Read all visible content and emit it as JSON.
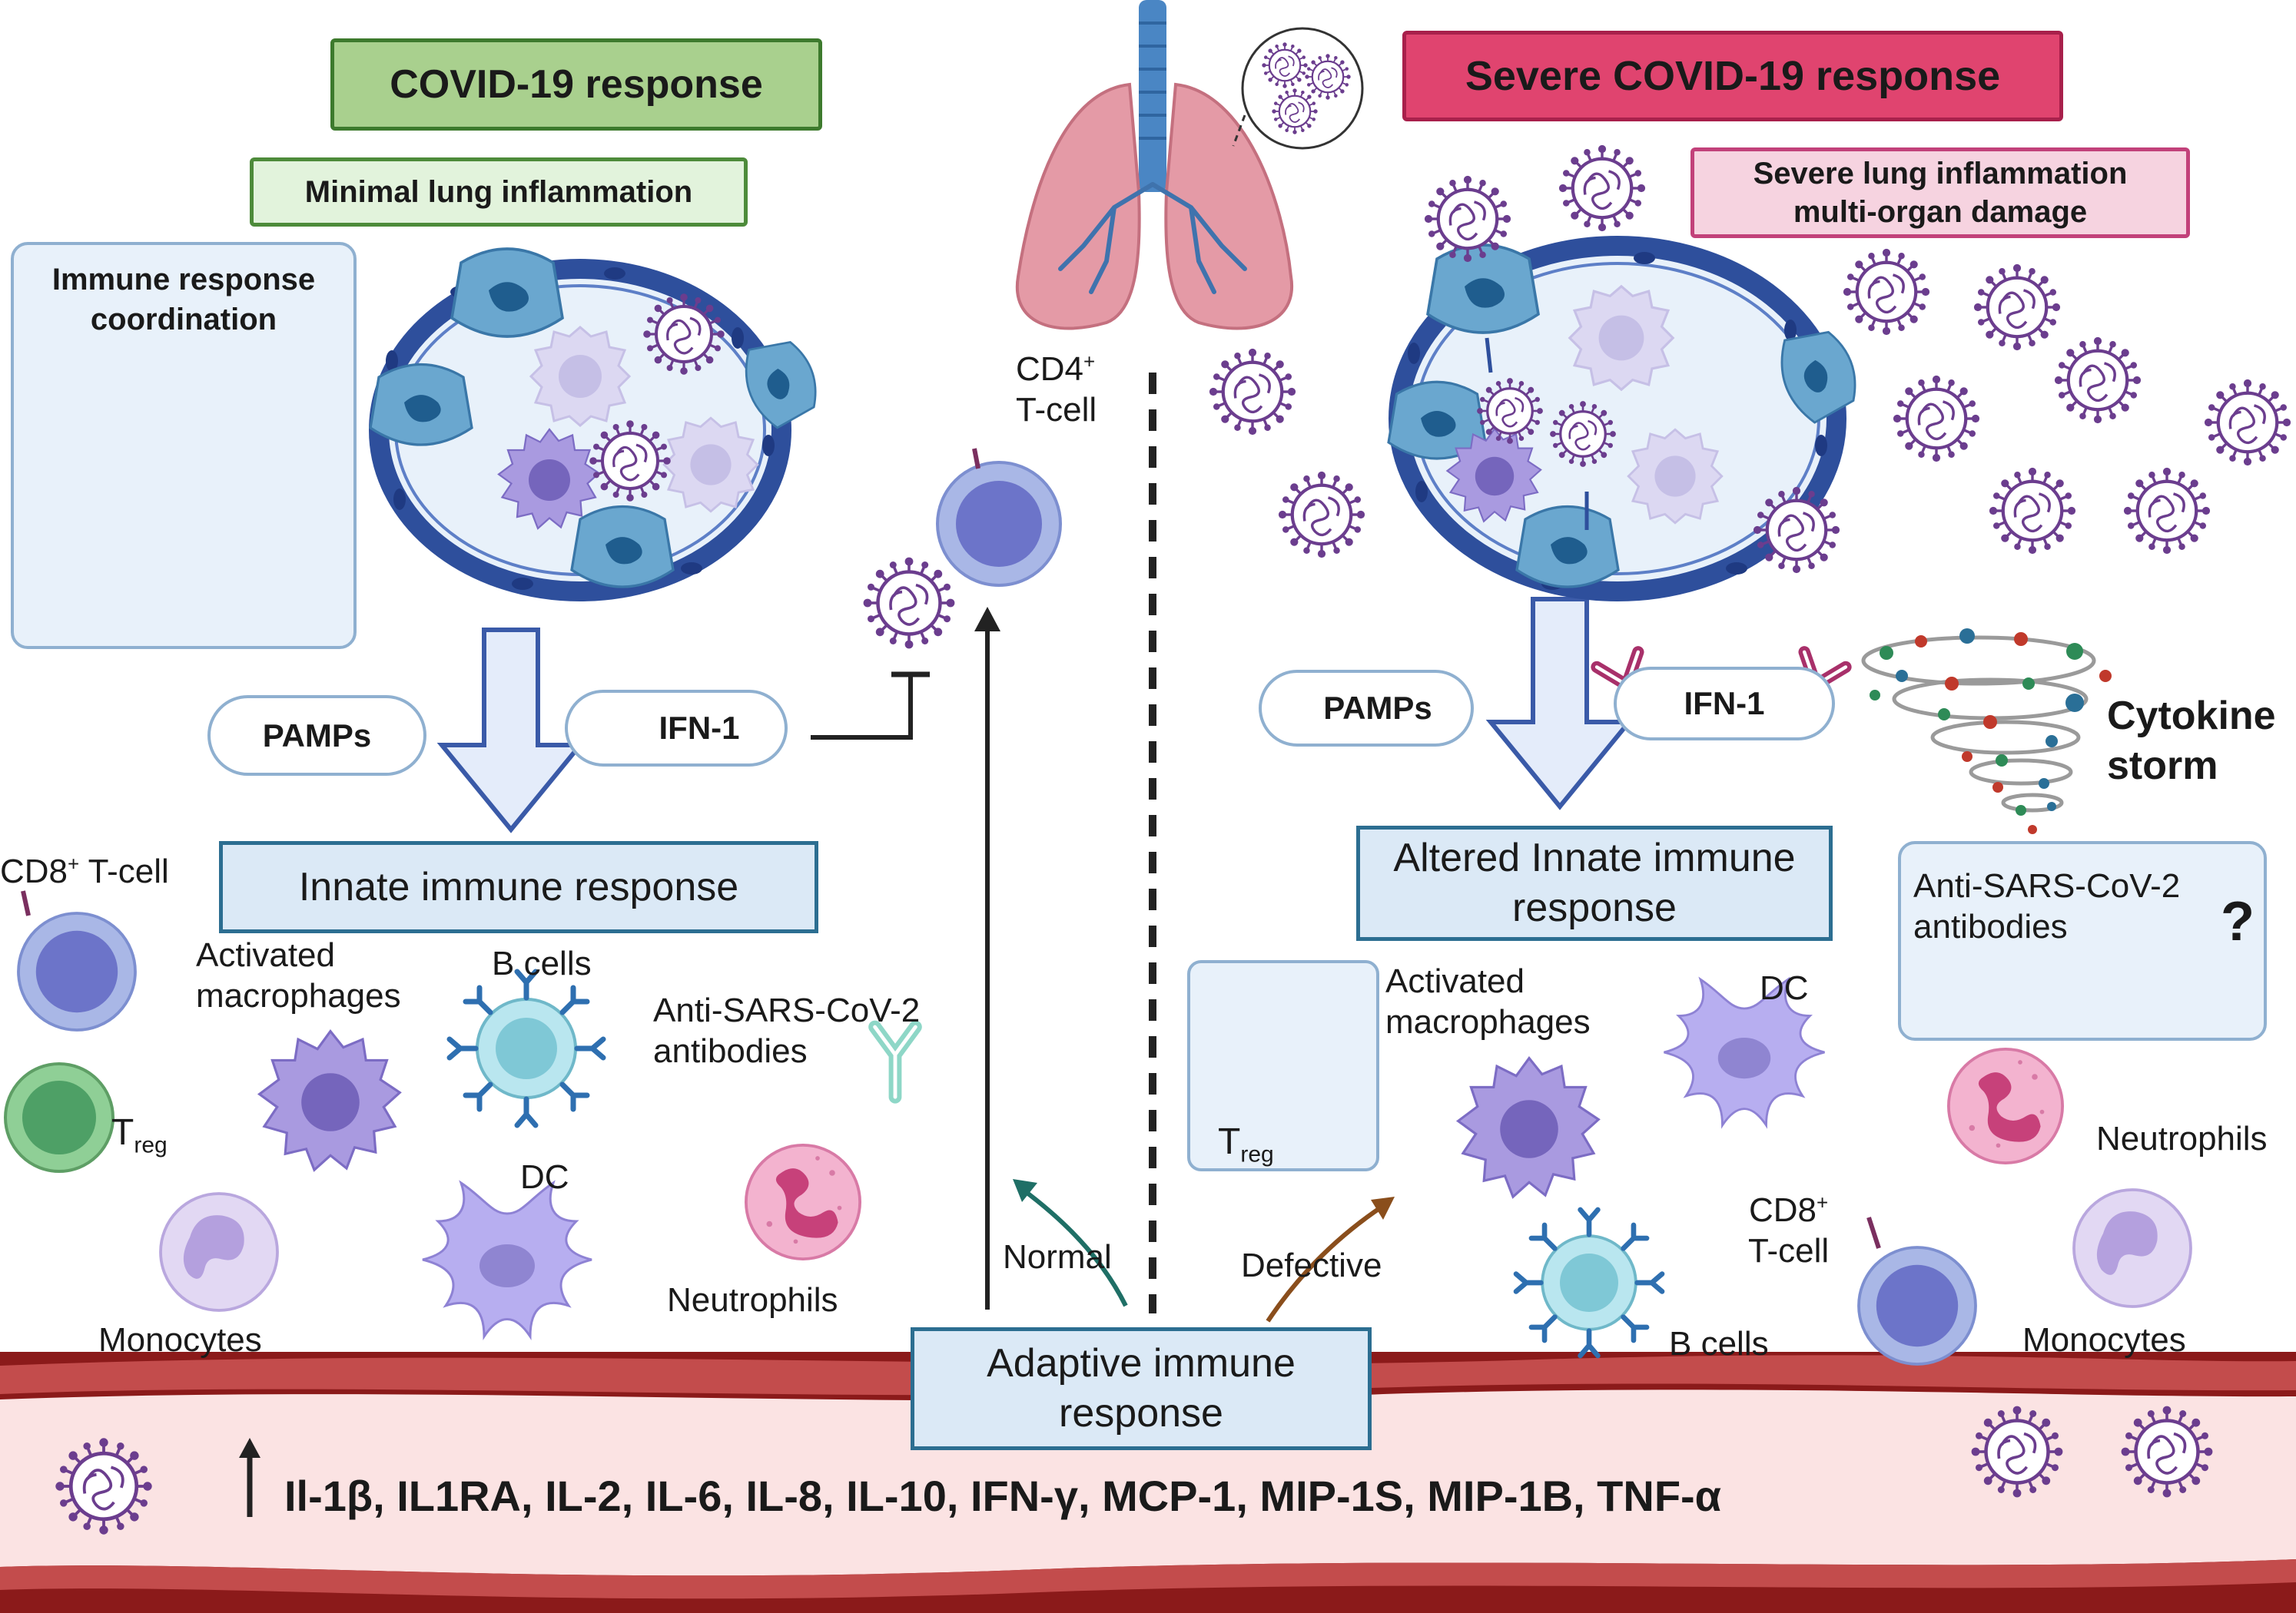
{
  "left": {
    "title": "COVID-19 response",
    "subtitle": "Minimal lung inflammation",
    "coordination": "Immune response coordination",
    "pamps": "PAMPs",
    "ifn": "IFN-1",
    "innate": "Innate immune response",
    "cd8": "CD8",
    "cd8_suffix": " T-cell",
    "treg": "T",
    "treg_sub": "reg",
    "macrophages": "Activated macrophages",
    "bcells": "B cells",
    "antibodies": "Anti-SARS-CoV-2 antibodies",
    "dc": "DC",
    "neutrophils": "Neutrophils",
    "monocytes": "Monocytes"
  },
  "center": {
    "cd4": "CD4",
    "cd4_suffix": "T-cell",
    "normal": "Normal",
    "defective": "Defective",
    "adaptive": "Adaptive immune response"
  },
  "right": {
    "title": "Severe COVID-19 response",
    "subtitle": "Severe lung inflammation multi-organ damage",
    "pamps": "PAMPs",
    "ifn": "IFN-1",
    "cytokine_storm": "Cytokine storm",
    "innate": "Altered Innate immune response",
    "antibodies": "Anti-SARS-CoV-2 antibodies",
    "question": "?",
    "treg": "T",
    "treg_sub": "reg",
    "macrophages": "Activated macrophages",
    "dc": "DC",
    "neutrophils": "Neutrophils",
    "cd8": "CD8",
    "cd8_suffix": "T-cell",
    "bcells": "B cells",
    "monocytes": "Monocytes"
  },
  "superscript_plus": "+",
  "cytokines": "Il-1β, IL1RA, IL-2, IL-6, IL-8, IL-10, IFN-γ, MCP-1, MIP-1S, MIP-1B, TNF-α",
  "colors": {
    "green_box": "#a9d08e",
    "pink_box": "#e0446f",
    "blue_box": "#dbe9f6",
    "vessel": "#8b1a1a",
    "vessel_inner": "#fbe3e3",
    "cell_blue": "#3a55a8",
    "virus": "#6b3d8e"
  },
  "icons": [
    "virus-icon",
    "lung-icon",
    "macrophage-icon",
    "dendritic-cell-icon",
    "b-cell-icon",
    "t-cell-icon",
    "neutrophil-icon",
    "monocyte-icon",
    "antibody-icon",
    "cytokine-storm-icon",
    "up-arrow-icon",
    "down-arrow-icon"
  ]
}
